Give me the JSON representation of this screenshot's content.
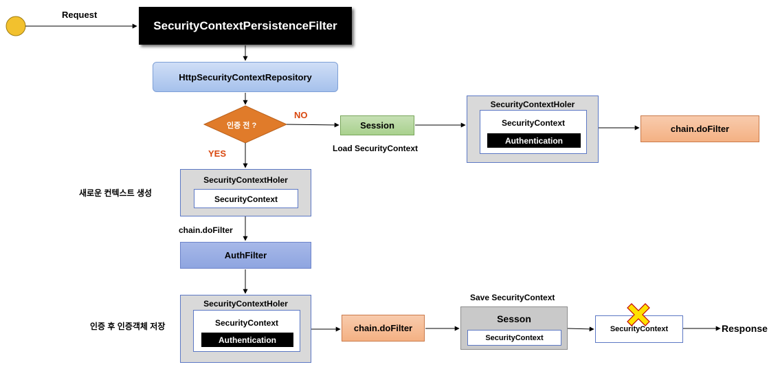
{
  "request_label": "Request",
  "response_label": "Response",
  "persistence_filter": "SecurityContextPersistenceFilter",
  "repository": "HttpSecurityContextRepository",
  "decision": "인증 전 ?",
  "no_label": "NO",
  "yes_label": "YES",
  "session": "Session",
  "load_context": "Load SecurityContext",
  "top_holder": {
    "title": "SecurityContextHoler",
    "context": "SecurityContext",
    "auth": "Authentication"
  },
  "top_chain": "chain.doFilter",
  "new_context_note": "새로운 컨텍스트 생성",
  "mid_holder": {
    "title": "SecurityContextHoler",
    "context": "SecurityContext"
  },
  "mid_chain": "chain.doFilter",
  "auth_filter": "AuthFilter",
  "save_note": "인증 후 인증객체 저장",
  "bottom_holder": {
    "title": "SecurityContextHoler",
    "context": "SecurityContext",
    "auth": "Authentication"
  },
  "bottom_chain": "chain.doFilter",
  "save_context": "Save SecurityContext",
  "sesson": {
    "title": "Sesson",
    "context": "SecurityContext"
  },
  "cleared_context": "SecurityContext",
  "colors": {
    "start_node": "#f2c12e",
    "decision": "#e07b2a",
    "no_yes": "#d9480f",
    "holder_border": "#5b77c4",
    "cross": "#ffe000"
  }
}
